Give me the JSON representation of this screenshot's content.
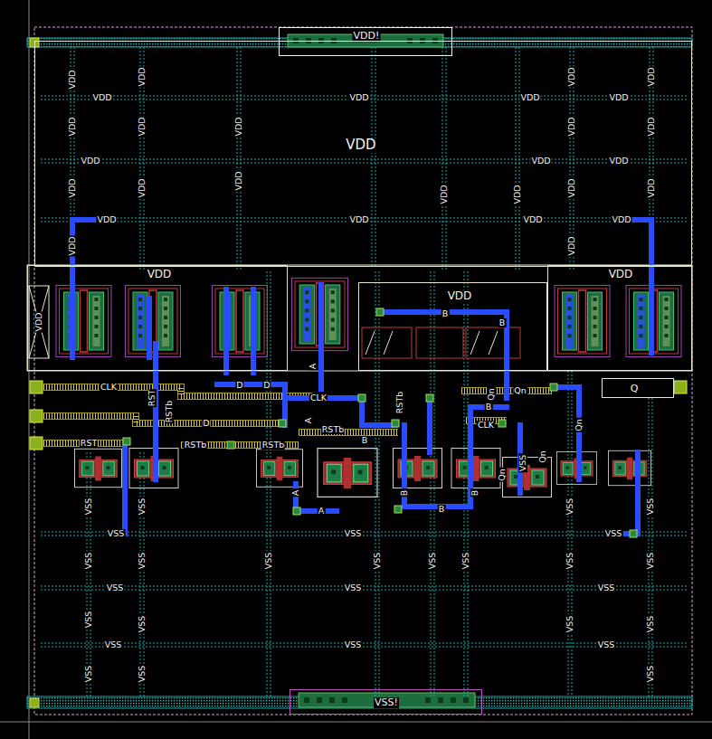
{
  "diagram": {
    "nodes": [
      {
        "text": [
          "VDD!"
        ]
      },
      {
        "text": [
          "VDD"
        ]
      },
      {
        "text": [
          "VDD"
        ]
      },
      {
        "text": [
          "VDD"
        ]
      },
      {
        "text": [
          "VDD"
        ]
      },
      {
        "text": [
          "Q"
        ]
      },
      {
        "text": [
          "VSS!"
        ]
      }
    ],
    "labels": [
      "VDD",
      "VDD",
      "VDD",
      "VDD",
      "VDD",
      "VDD",
      "VDD",
      "VDD",
      "VDD",
      "VDD",
      "VDD",
      "VDD",
      "VDD",
      "VDD",
      "VDD",
      "VDD",
      "VDD",
      "VDD",
      "VDD",
      "VDD",
      "VDD",
      "VDD",
      "VDD",
      "VDD",
      "VDD",
      "VDD",
      "VDD",
      "VDD",
      "VDD",
      "VDD",
      "CLK",
      "D",
      "RST",
      "RST",
      "RSTb",
      "RSTb",
      "RSTb",
      "D",
      "D",
      "CLK",
      "A",
      "A",
      "RSTb",
      "B",
      "RSTb",
      "B",
      "B",
      "Qn",
      "Qn",
      "B",
      "CLK",
      "Qn",
      "Qn",
      "Qn",
      "VSS",
      "A",
      "A",
      "B",
      "B",
      "B",
      "VSS",
      "VSS",
      "VSS",
      "VSS",
      "VSS",
      "VSS",
      "VSS",
      "VSS",
      "VSS",
      "VSS",
      "VSS",
      "VSS",
      "VSS",
      "VSS",
      "VSS",
      "VSS",
      "VSS",
      "VSS",
      "VSS",
      "VSS",
      "VSS",
      "VSS",
      "VSS",
      "VSS",
      "VSS",
      "VSS",
      "VSS",
      "VSS"
    ]
  }
}
